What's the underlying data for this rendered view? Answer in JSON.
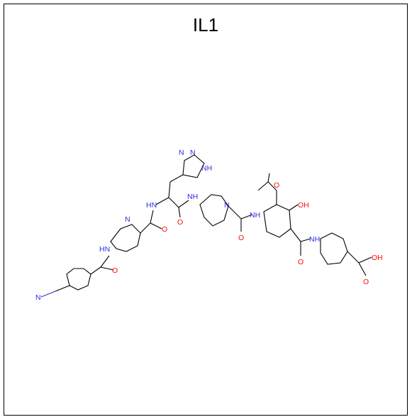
{
  "title": "IL1",
  "colors": {
    "carbon": "#000000",
    "nitrogen": "#2e2ee0",
    "oxygen": "#ff0d0d",
    "annotation": "#6fbf3f"
  },
  "atom_labels": {
    "triazole_n1": "N",
    "triazole_n2": "N",
    "triazole_nh": "NH",
    "amide_nh_left": "HN",
    "amide_nh_mid": "NH",
    "pyridine_n_mid": "N",
    "pyridine_n_left": "N",
    "carbonyl_o_left": "O",
    "carbonyl_o_mid": "O",
    "carbonyl_o_mid2": "O",
    "amide_nh_far_left": "HN",
    "carbonyl_o_far_left": "O",
    "nitrile_n": "N",
    "ether_o": "O",
    "hydroxyl": "OH",
    "amide_nh_right": "NH",
    "carbonyl_o_right": "O",
    "amide_nh_far_right": "NH",
    "acid_oh": "OH",
    "acid_o": "O"
  }
}
